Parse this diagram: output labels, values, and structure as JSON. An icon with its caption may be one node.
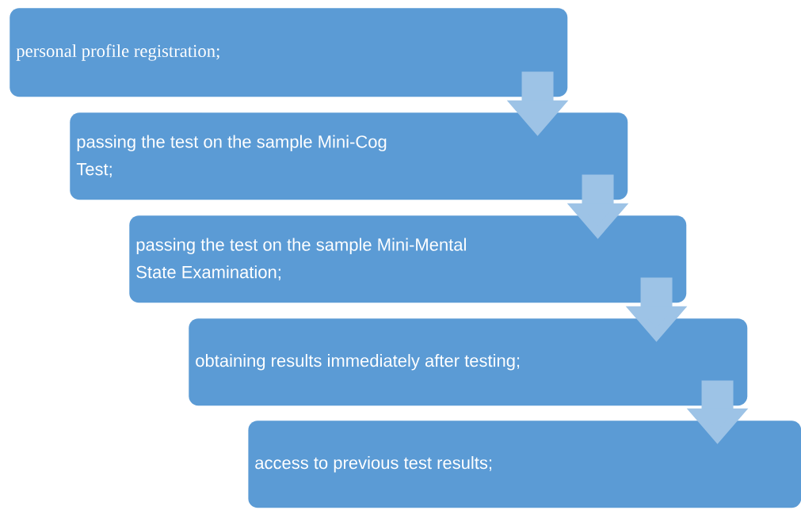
{
  "diagram": {
    "nodes": [
      {
        "text": [
          "personal profile registration;"
        ]
      },
      {
        "text": [
          "passing the test on the sample Mini-Cog Test;"
        ]
      },
      {
        "text": [
          "passing the test on the sample Mini-Mental State Examination;"
        ]
      },
      {
        "text": [
          "obtaining results immediately after testing;"
        ]
      },
      {
        "text": [
          "access to previous test results;"
        ]
      }
    ],
    "edges": [
      {
        "from": 0,
        "to": 1,
        "arrow": "to"
      },
      {
        "from": 1,
        "to": 2,
        "arrow": "to"
      },
      {
        "from": 2,
        "to": 3,
        "arrow": "to"
      },
      {
        "from": 3,
        "to": 4,
        "arrow": "to"
      }
    ]
  }
}
